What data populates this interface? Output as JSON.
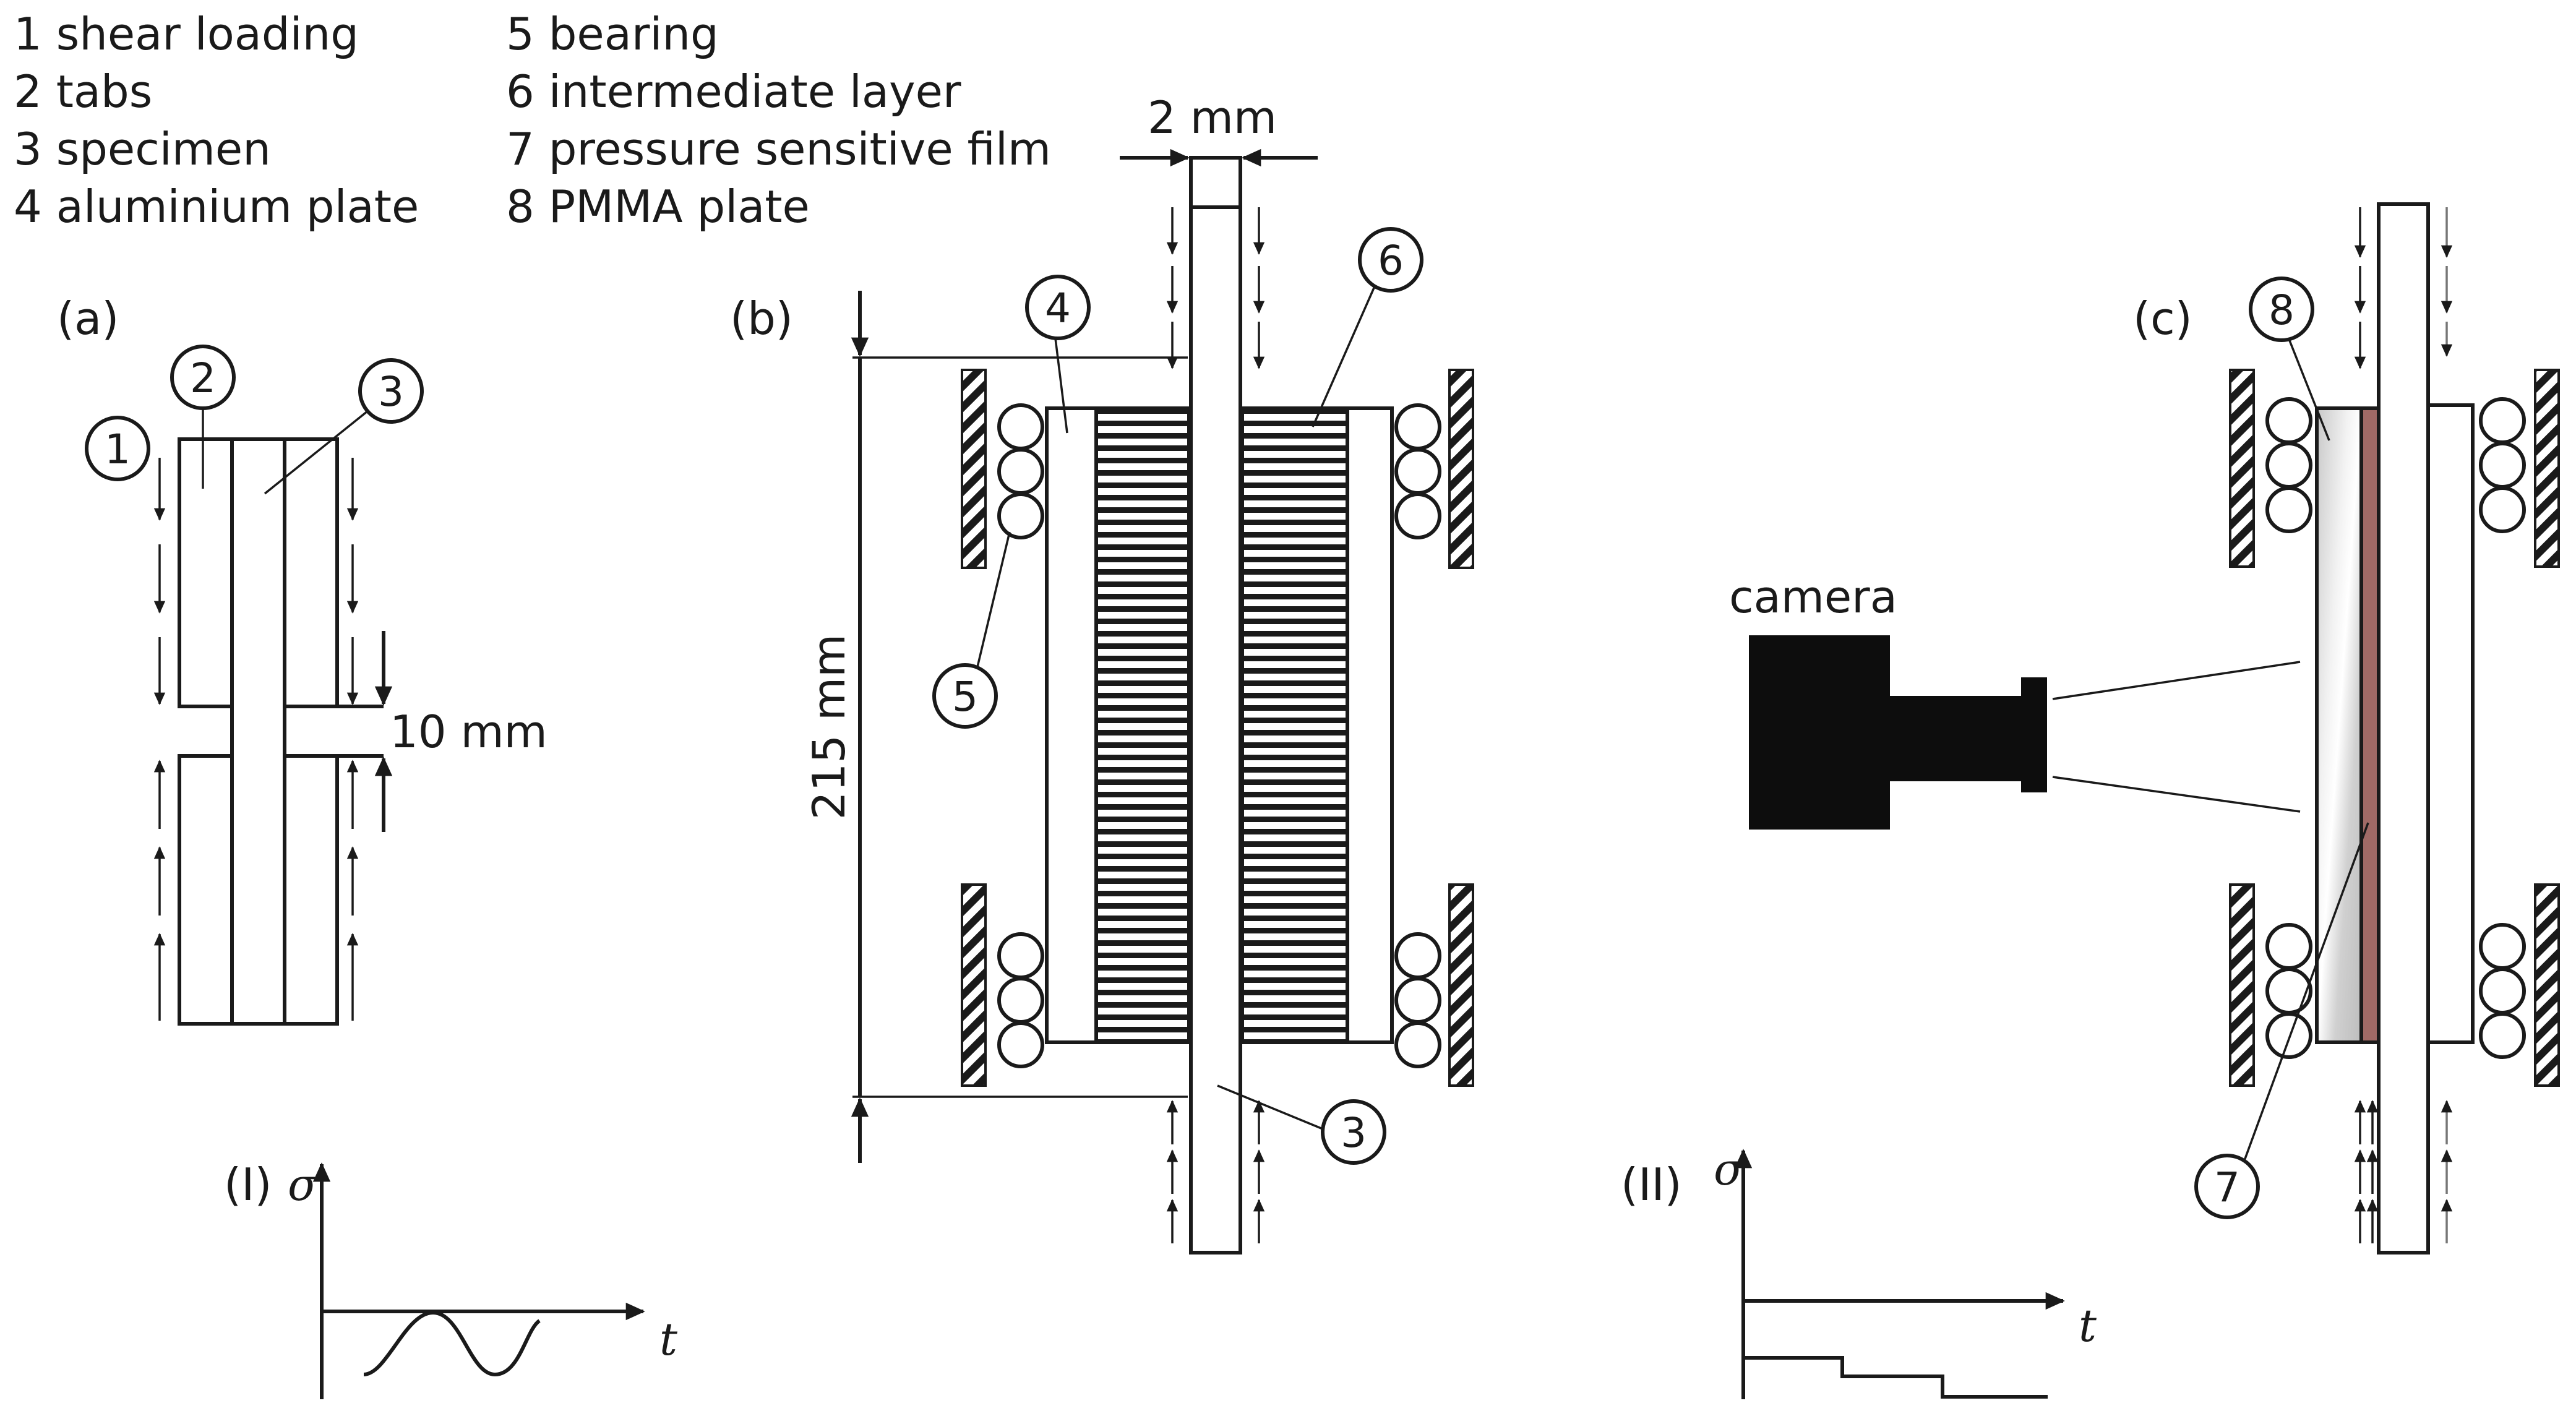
{
  "legend": {
    "items": [
      "1 shear loading",
      "2 tabs",
      "3 specimen",
      "4 aluminium plate",
      "5 bearing",
      "6 intermediate layer",
      "7 pressure sensitive film",
      "8 PMMA plate"
    ]
  },
  "panels": {
    "a": {
      "label": "(a)",
      "gap_dim": "10 mm",
      "markers": [
        "1",
        "2",
        "3"
      ]
    },
    "b": {
      "label": "(b)",
      "thickness_dim": "2 mm",
      "height_dim": "215 mm",
      "markers": [
        "4",
        "5",
        "6",
        "3"
      ]
    },
    "c": {
      "label": "(c)",
      "camera": "camera",
      "markers": [
        "8",
        "7"
      ]
    }
  },
  "graphs": {
    "I": {
      "label": "(I)",
      "y_symbol": "σ",
      "x_symbol": "t",
      "profile": "sinusoidal"
    },
    "II": {
      "label": "(II)",
      "y_symbol": "σ",
      "x_symbol": "t",
      "profile": "stepwise decreasing"
    }
  },
  "colors": {
    "ink": "#1a1a1a",
    "film": "#a06a66",
    "pmma": "#d8d8d8"
  }
}
